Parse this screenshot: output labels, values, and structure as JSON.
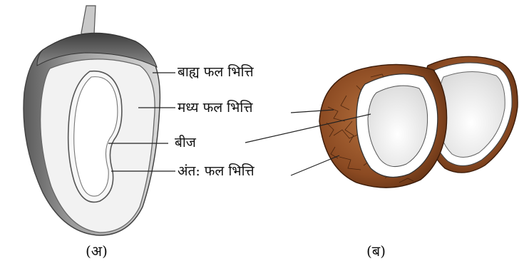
{
  "figure_a": {
    "labels": {
      "epicarp": "बाह्य फल भित्ति",
      "mesocarp": "मध्य फल भित्ति",
      "seed": "बीज",
      "endocarp": "अंत: फल भित्ति"
    },
    "caption": "(अ)"
  },
  "figure_b": {
    "caption": "(ब)"
  },
  "colors": {
    "mango_skin_dark": "#6f6f6f",
    "mango_flesh": "#f4f4f4",
    "coconut_husk": "#a0522d",
    "coconut_meat": "#ffffff",
    "line": "#222222"
  }
}
